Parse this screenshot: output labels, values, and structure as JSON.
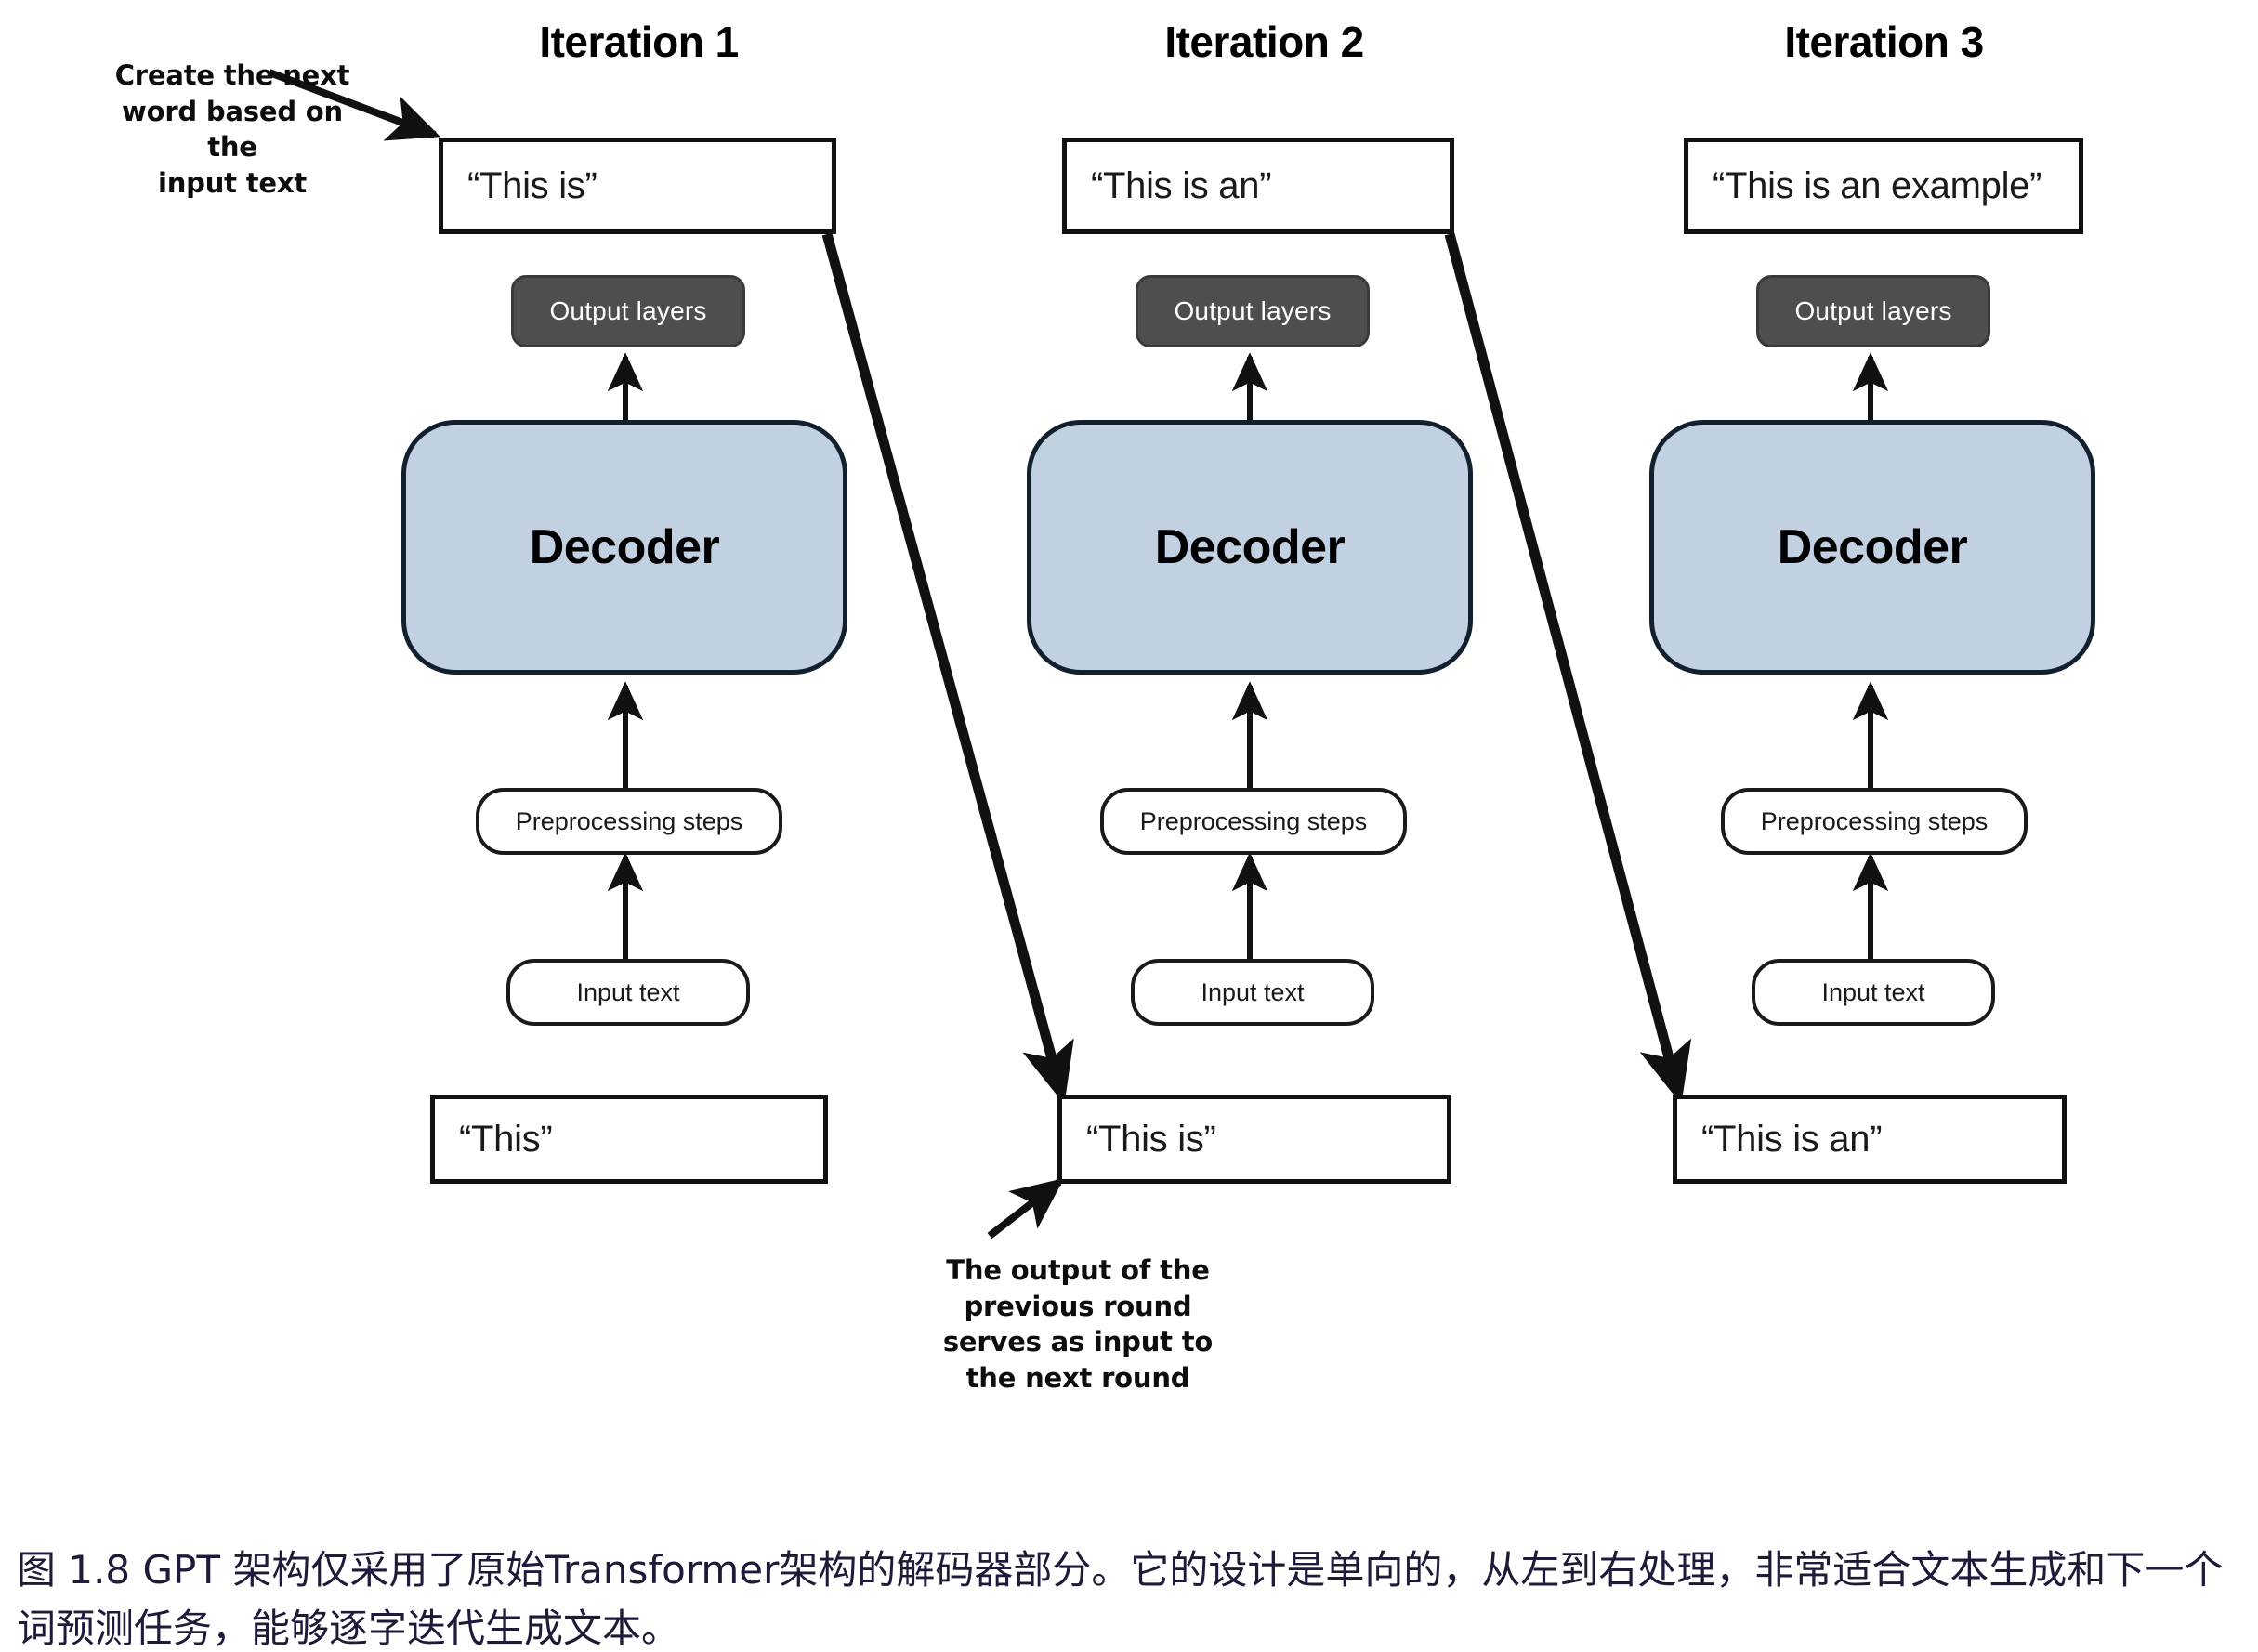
{
  "figure": {
    "columns": [
      {
        "title": "Iteration 1",
        "output_text": "“This is”",
        "output_layers_label": "Output layers",
        "decoder_label": "Decoder",
        "preprocessing_label": "Preprocessing steps",
        "input_label": "Input text",
        "input_text": "“This”"
      },
      {
        "title": "Iteration 2",
        "output_text": "“This is an”",
        "output_layers_label": "Output layers",
        "decoder_label": "Decoder",
        "preprocessing_label": "Preprocessing steps",
        "input_label": "Input text",
        "input_text": "“This is”"
      },
      {
        "title": "Iteration 3",
        "output_text": "“This is an example”",
        "output_layers_label": "Output layers",
        "decoder_label": "Decoder",
        "preprocessing_label": "Preprocessing steps",
        "input_label": "Input text",
        "input_text": "“This is an”"
      }
    ],
    "annotations": {
      "top_left": "Create the next\nword based on the\ninput text",
      "bottom_center": "The output of the\nprevious round\nserves as input to\nthe next round"
    },
    "caption": "图 1.8  GPT 架构仅采用了原始Transformer架构的解码器部分。它的设计是单向的，从左到右处理，非常适合文本生成和下一个词预测任务，能够逐字迭代生成文本。",
    "colors": {
      "decoder_fill": "#c2d1e2",
      "output_layers_fill": "#4e4e4e",
      "caption_text": "#1c1c3a",
      "stroke": "#111111"
    }
  }
}
